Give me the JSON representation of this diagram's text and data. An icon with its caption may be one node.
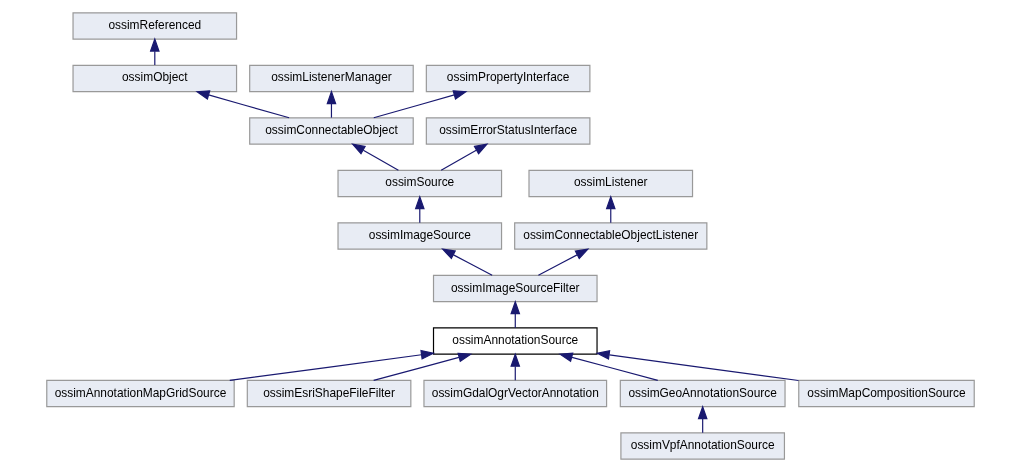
{
  "diagram": {
    "nodes": [
      {
        "text": [
          "ossimReferenced"
        ]
      },
      {
        "text": [
          "ossimObject"
        ]
      },
      {
        "text": [
          "ossimListenerManager"
        ]
      },
      {
        "text": [
          "ossimPropertyInterface"
        ]
      },
      {
        "text": [
          "ossimConnectableObject"
        ]
      },
      {
        "text": [
          "ossimErrorStatusInterface"
        ]
      },
      {
        "text": [
          "ossimSource"
        ]
      },
      {
        "text": [
          "ossimListener"
        ]
      },
      {
        "text": [
          "ossimImageSource"
        ]
      },
      {
        "text": [
          "ossimConnectableObjectListener"
        ]
      },
      {
        "text": [
          "ossimImageSourceFilter"
        ]
      },
      {
        "text": [
          "ossimAnnotationSource"
        ]
      },
      {
        "text": [
          "ossimAnnotationMapGridSource"
        ]
      },
      {
        "text": [
          "ossimEsriShapeFileFilter"
        ]
      },
      {
        "text": [
          "ossimGdalOgrVectorAnnotation"
        ]
      },
      {
        "text": [
          "ossimGeoAnnotationSource"
        ]
      },
      {
        "text": [
          "ossimMapCompositionSource"
        ]
      },
      {
        "text": [
          "ossimVpfAnnotationSource"
        ]
      }
    ],
    "edges": [
      {
        "from": 1,
        "to": 0,
        "arrow": "to"
      },
      {
        "from": 4,
        "to": 1,
        "arrow": "to"
      },
      {
        "from": 4,
        "to": 2,
        "arrow": "to"
      },
      {
        "from": 4,
        "to": 3,
        "arrow": "to"
      },
      {
        "from": 6,
        "to": 4,
        "arrow": "to"
      },
      {
        "from": 6,
        "to": 5,
        "arrow": "to"
      },
      {
        "from": 8,
        "to": 6,
        "arrow": "to"
      },
      {
        "from": 9,
        "to": 7,
        "arrow": "to"
      },
      {
        "from": 10,
        "to": 8,
        "arrow": "to"
      },
      {
        "from": 10,
        "to": 9,
        "arrow": "to"
      },
      {
        "from": 11,
        "to": 10,
        "arrow": "to"
      },
      {
        "from": 12,
        "to": 11,
        "arrow": "to"
      },
      {
        "from": 13,
        "to": 11,
        "arrow": "to"
      },
      {
        "from": 14,
        "to": 11,
        "arrow": "to"
      },
      {
        "from": 15,
        "to": 11,
        "arrow": "to"
      },
      {
        "from": 16,
        "to": 11,
        "arrow": "to"
      },
      {
        "from": 17,
        "to": 15,
        "arrow": "to"
      }
    ]
  }
}
